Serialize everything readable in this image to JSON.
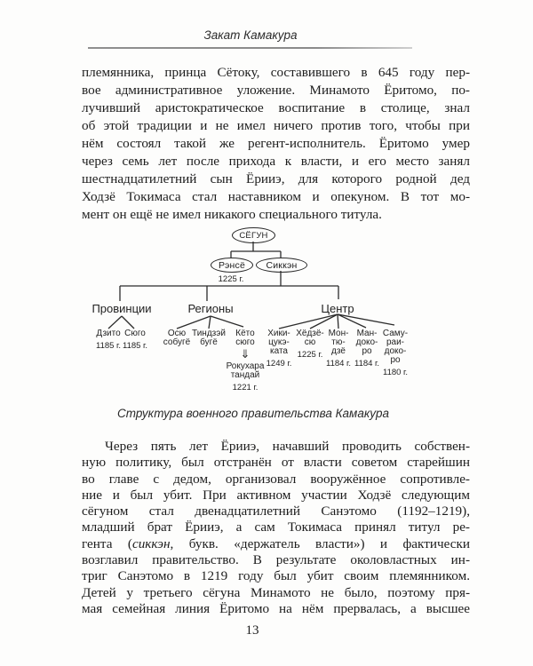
{
  "header": {
    "title": "Закат Камакура"
  },
  "paragraphs": {
    "p1": {
      "lines": [
        "племянника, принца Сётоку, составившего в 645 году пер-",
        "вое административное уложение. Минамото Ёритомо, по-",
        "лучивший аристократическое воспитание в столице, знал",
        "об этой традиции и не имел ничего против того, чтобы при",
        "нём состоял такой же регент-исполнитель. Ёритомо умер",
        "через семь лет после прихода к власти, и его место занял",
        "шестнадцатилетний сын Ёрииэ, для которого родной дед",
        "Ходзё Токимаса стал наставником и опекуном. В тот мо-",
        "мент он ещё не имел никакого специального титула."
      ]
    },
    "p2": {
      "lines": [
        "Через пять лет Ёрииэ, начавший проводить собствен-",
        "ную политику, был отстранён от власти советом старейшин",
        "во главе с дедом, организовал вооружённое сопротивле-",
        "ние и был убит. При активном участии Ходзё следующим",
        "сёгуном стал двенадцатилетний Санэтомо (1192–1219),",
        "младший брат Ёрииэ, а сам Токимаса принял титул ре-",
        [
          {
            "t": "гента ("
          },
          {
            "t": "сиккэн",
            "i": true
          },
          {
            "t": ", букв. «держатель власти») и фактически"
          }
        ],
        "возглавил правительство. В результате околовластных ин-",
        "триг Санэтомо в 1219 году был убит своим племянником.",
        "Детей у третьего сёгуна Минамото не было, поэтому пря-",
        "мая семейная линия Ёритомо на нём прервалась, а высшее"
      ]
    }
  },
  "diagram": {
    "root": "СЁГУН",
    "rensho": {
      "label": "Рэнсё",
      "date": "1225 г."
    },
    "shikken": {
      "label": "Сиккэн"
    },
    "branches": [
      {
        "label": "Провинции",
        "children": [
          {
            "name": "Дзито",
            "date": "1185 г."
          },
          {
            "name": "Сюго",
            "date": "1185 г."
          }
        ]
      },
      {
        "label": "Регионы",
        "children": [
          {
            "name": "Осю\nсобугё"
          },
          {
            "name": "Тиндзэй\nбугё"
          },
          {
            "name": "Кёто\nсюго",
            "arrow": "⇓",
            "sub": {
              "name": "Рокухара\nтандай",
              "date": "1221 г."
            }
          }
        ]
      },
      {
        "label": "Центр",
        "children": [
          {
            "name": "Хики-\nцукэ-\nката",
            "date": "1249 г."
          },
          {
            "name": "Хёдзё-\nсю",
            "date": "1225 г."
          },
          {
            "name": "Мон-\nтю-\nдзё",
            "date": "1184 г."
          },
          {
            "name": "Ман-\nдоко-\nро",
            "date": "1184 г."
          },
          {
            "name": "Саму-\nраи-\nдоко-\nро",
            "date": "1180 г."
          }
        ]
      }
    ],
    "caption": "Структура военного правительства Камакура"
  },
  "footer": {
    "page_number": "13"
  }
}
